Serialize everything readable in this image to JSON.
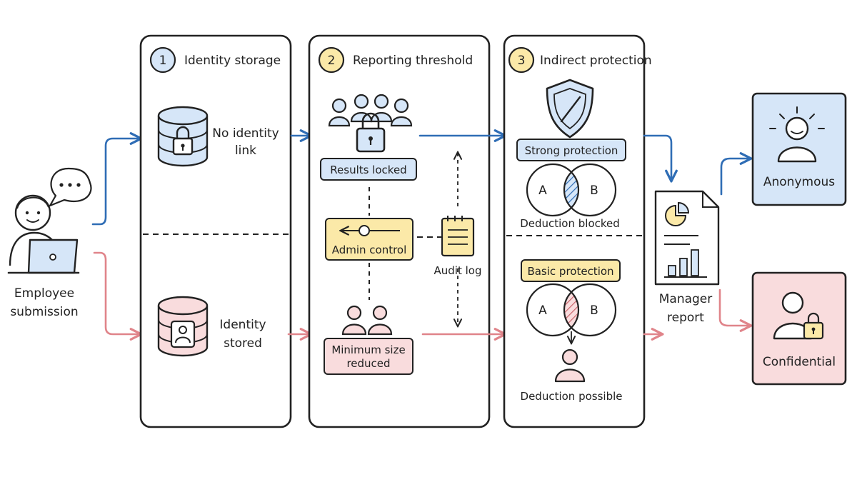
{
  "colors": {
    "ink": "#222222",
    "blue": "#2f6db5",
    "blue_fill": "#d6e6f8",
    "red": "#e0848a",
    "red_fill": "#f9dcdd",
    "yellow_fill": "#fbe9a8",
    "yellow_badge": "#f6dc84"
  },
  "employee": {
    "label_line1": "Employee",
    "label_line2": "submission"
  },
  "panels": [
    {
      "number": "1",
      "title": "Identity storage",
      "top_label_line1": "No identity",
      "top_label_line2": "link",
      "bottom_label_line1": "Identity",
      "bottom_label_line2": "stored"
    },
    {
      "number": "2",
      "title": "Reporting threshold",
      "results_locked": "Results locked",
      "admin_control": "Admin control",
      "audit_log": "Audit log",
      "min_size_line1": "Minimum size",
      "min_size_line2": "reduced"
    },
    {
      "number": "3",
      "title": "Indirect protection",
      "strong": "Strong protection",
      "deduction_blocked": "Deduction blocked",
      "basic": "Basic protection",
      "deduction_possible": "Deduction possible",
      "set_a": "A",
      "set_b": "B"
    }
  ],
  "report": {
    "label_line1": "Manager",
    "label_line2": "report"
  },
  "outcomes": {
    "anonymous": "Anonymous",
    "confidential": "Confidential"
  }
}
